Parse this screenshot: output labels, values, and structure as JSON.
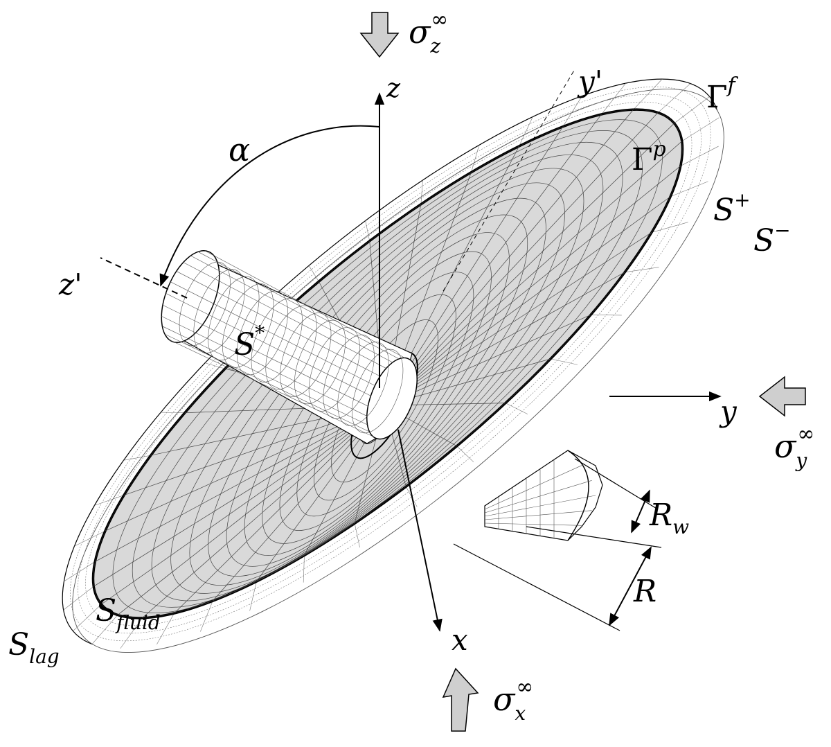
{
  "colors": {
    "ink": "#000000",
    "fluid_fill": "#d9d9d9",
    "arrow_fill": "#cfcfcf",
    "mesh_line": "#333333",
    "outer_fill": "#ffffff"
  },
  "axes": {
    "z": "z",
    "y": "y",
    "x": "x",
    "z_prime": "z'",
    "y_prime": "y'",
    "alpha": "α"
  },
  "surfaces": {
    "gamma_f": {
      "base": "Γ",
      "sup": "f"
    },
    "gamma_p": {
      "base": "Γ",
      "sup": "p"
    },
    "s_plus": {
      "base": "S",
      "sup": "+"
    },
    "s_minus": {
      "base": "S",
      "sup": "−"
    },
    "s_star": {
      "base": "S",
      "sup": "*"
    },
    "s_fluid": {
      "base": "S",
      "sub": "fluid"
    },
    "s_lag": {
      "base": "S",
      "sub": "lag"
    }
  },
  "dimensions": {
    "r_w": {
      "base": "R",
      "sub": "w"
    },
    "r": "R"
  },
  "stresses": {
    "sigma_z": {
      "base": "σ",
      "sub": "z",
      "sup": "∞"
    },
    "sigma_y": {
      "base": "σ",
      "sub": "y",
      "sup": "∞"
    },
    "sigma_x": {
      "base": "σ",
      "sub": "x",
      "sup": "∞"
    }
  },
  "icons": [
    "load-arrow-down-icon",
    "load-arrow-left-icon",
    "load-arrow-up-icon"
  ]
}
